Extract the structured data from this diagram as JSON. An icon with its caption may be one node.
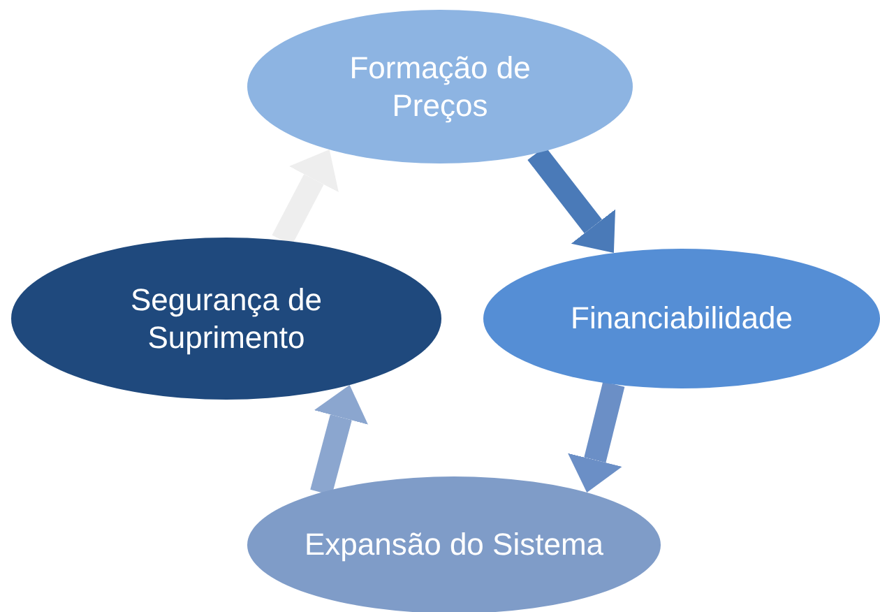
{
  "diagram": {
    "nodes": [
      {
        "text": [
          "Formação de Preços"
        ]
      },
      {
        "text": [
          "Financiabilidade"
        ]
      },
      {
        "text": [
          "Expansão do Sistema"
        ]
      },
      {
        "text": [
          "Segurança de Suprimento"
        ]
      }
    ],
    "edges": [
      {
        "from": 0,
        "to": 1,
        "arrow": "to",
        "color": "#4a7ab8"
      },
      {
        "from": 1,
        "to": 2,
        "arrow": "to",
        "color": "#6b8fc6"
      },
      {
        "from": 2,
        "to": 3,
        "arrow": "to",
        "color": "#8ba6cf"
      },
      {
        "from": 3,
        "to": 0,
        "arrow": "to",
        "color": "#eeeeee"
      }
    ]
  }
}
